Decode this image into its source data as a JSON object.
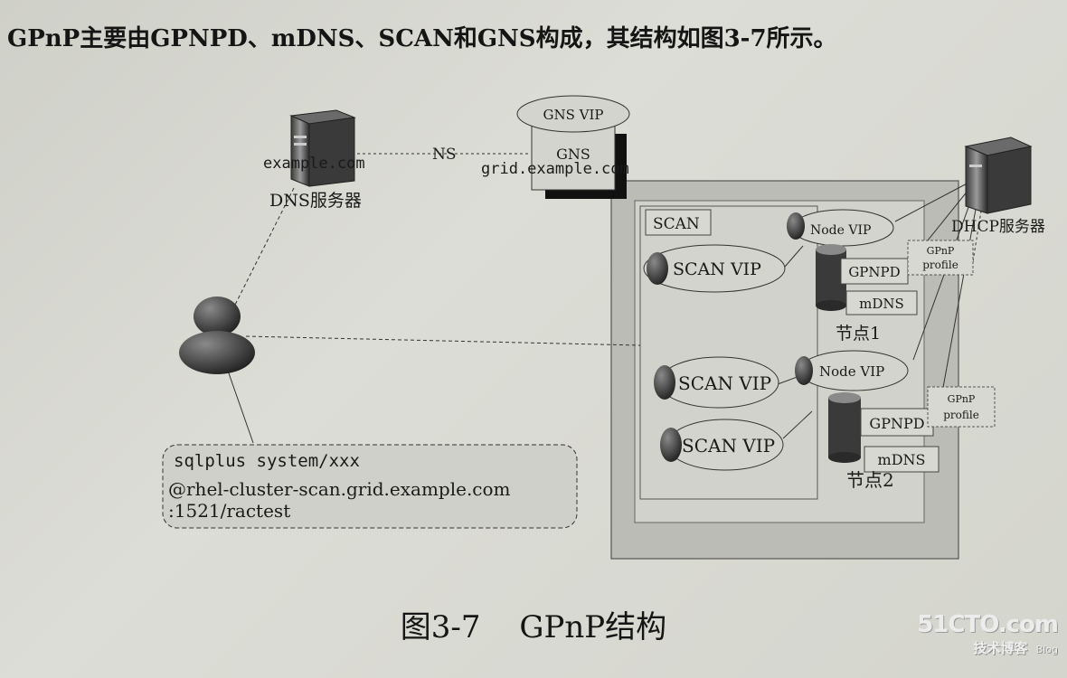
{
  "intro_text": "GPnP主要由GPNPD、mDNS、SCAN和GNS构成，其结构如图3-7所示。",
  "dns_server": {
    "host": "example.com",
    "label": "DNS服务器"
  },
  "ns_link_label": "NS",
  "gns": {
    "vip_label": "GNS VIP",
    "label": "GNS",
    "host": "grid.example.com"
  },
  "dhcp_label": "DHCP服务器",
  "scan_box_label": "SCAN",
  "scan_vips": [
    "SCAN VIP",
    "SCAN VIP",
    "SCAN VIP"
  ],
  "nodes": [
    {
      "vip": "Node VIP",
      "gpnpd": "GPNPD",
      "mdns": "mDNS",
      "profile_line1": "GPnP",
      "profile_line2": "profile",
      "name": "节点1"
    },
    {
      "vip": "Node VIP",
      "gpnpd": "GPNPD",
      "mdns": "mDNS",
      "profile_line1": "GPnP",
      "profile_line2": "profile",
      "name": "节点2"
    }
  ],
  "client_command": {
    "line1": "sqlplus system/xxx",
    "line2": "@rhel-cluster-scan.grid.example.com",
    "line3": ":1521/ractest"
  },
  "caption": {
    "number": "图3-7",
    "title": "GPnP结构"
  },
  "watermark": {
    "logo": "51CTO.com",
    "sub": "技术博客",
    "blog": "Blog"
  }
}
